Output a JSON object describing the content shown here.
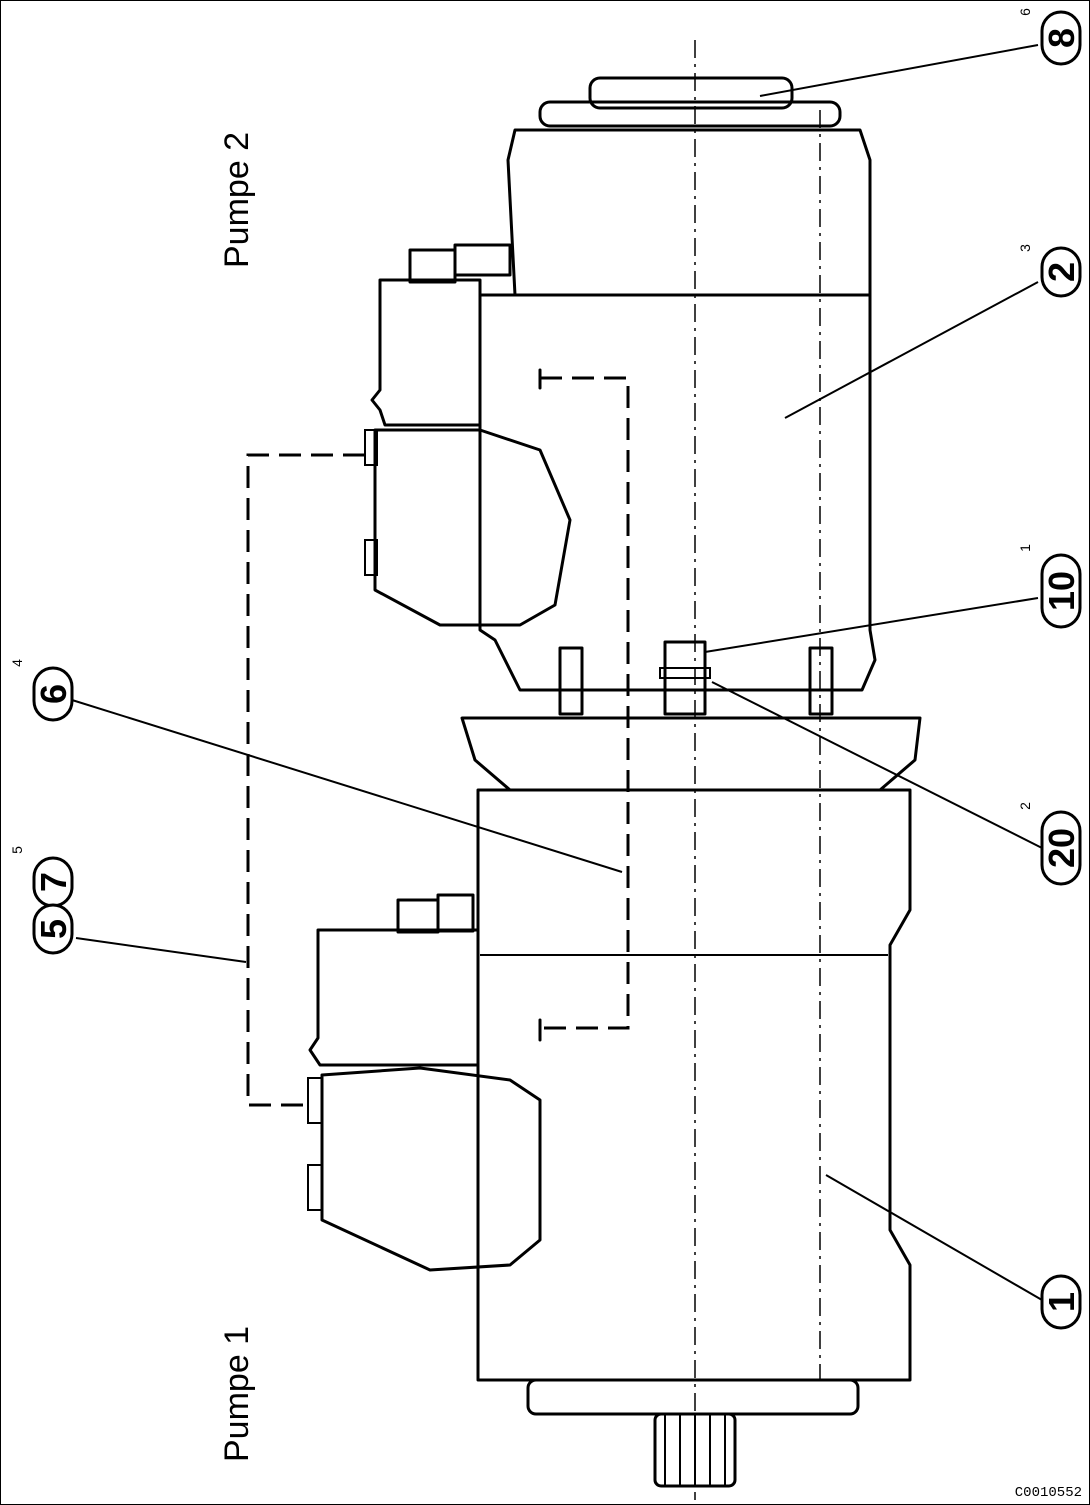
{
  "labels": {
    "pump1": "Pumpe 1",
    "pump2": "Pumpe 2",
    "drawing_code": "C0010552"
  },
  "callouts": [
    {
      "id": "c8",
      "text": "8",
      "sup": "6"
    },
    {
      "id": "c2",
      "text": "2",
      "sup": "3"
    },
    {
      "id": "c10",
      "text": "10",
      "sup": "1"
    },
    {
      "id": "c20",
      "text": "20",
      "sup": "2"
    },
    {
      "id": "c6",
      "text": "6",
      "sup": "4"
    },
    {
      "id": "c7",
      "text": "7",
      "sup": "5"
    },
    {
      "id": "c5",
      "text": "5",
      "sup": ""
    },
    {
      "id": "c1",
      "text": "1",
      "sup": ""
    }
  ]
}
